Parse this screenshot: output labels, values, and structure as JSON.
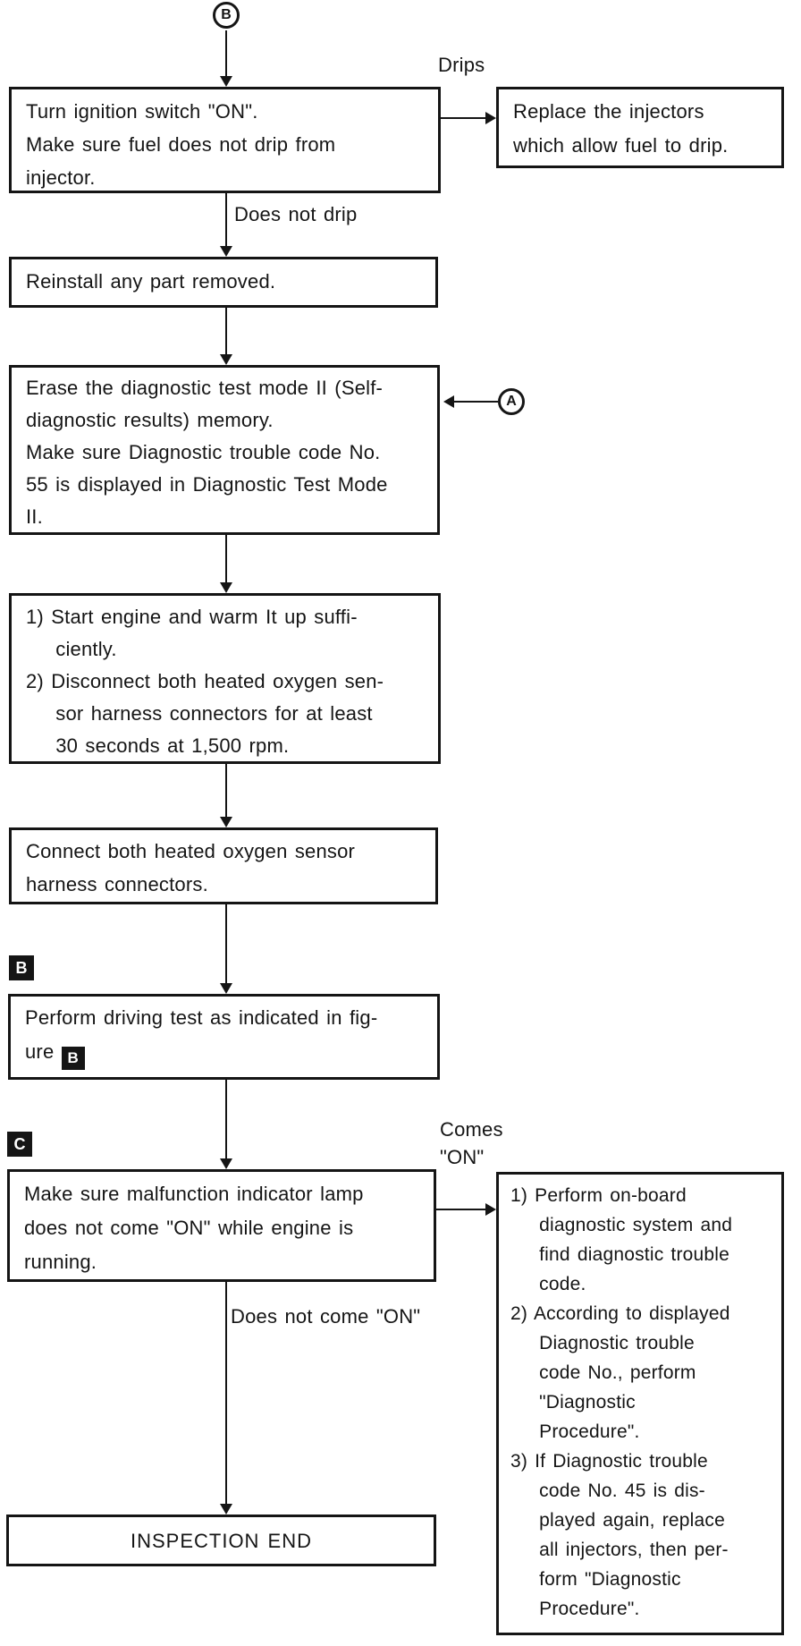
{
  "palette": {
    "ink": "#151515",
    "paper": "#ffffff"
  },
  "connectors": {
    "top_circle": "B",
    "side_circle": "A"
  },
  "badges": {
    "b": "B",
    "c": "C"
  },
  "labels": {
    "drips": "Drips",
    "does_not_drip": "Does not drip",
    "comes_on": "Comes\n\"ON\"",
    "does_not_come_on": "Does not come \"ON\""
  },
  "boxes": {
    "turn_ignition": {
      "lines": [
        "Turn ignition switch \"ON\".",
        "Make sure fuel does not drip from",
        "injector."
      ]
    },
    "replace_injectors": {
      "lines": [
        "Replace the injectors",
        "which allow fuel to drip."
      ]
    },
    "reinstall": {
      "lines": [
        "Reinstall any part removed."
      ]
    },
    "erase_memory": {
      "lines": [
        "Erase the diagnostic test mode II (Self-",
        "diagnostic results) memory.",
        "Make sure Diagnostic trouble code No.",
        "55 is displayed in Diagnostic Test Mode",
        "II."
      ]
    },
    "start_engine": {
      "lines": [
        "1) Start engine and warm It up suffi-",
        "    ciently.",
        "2) Disconnect both heated oxygen sen-",
        "    sor harness connectors for at least",
        "    30 seconds at 1,500 rpm."
      ]
    },
    "connect_sensors": {
      "lines": [
        "Connect both heated oxygen sensor",
        "harness connectors."
      ]
    },
    "driving_test": {
      "line1": "Perform driving test as indicated in fig-",
      "line2_prefix": "ure ",
      "badge": "B"
    },
    "mil_check": {
      "lines": [
        "Make sure malfunction indicator lamp",
        "does not come \"ON\" while engine is",
        "running."
      ]
    },
    "onboard_diag": {
      "lines": [
        "1) Perform on-board",
        "    diagnostic system and",
        "    find diagnostic trouble",
        "    code.",
        "2) According to displayed",
        "    Diagnostic trouble",
        "    code No., perform",
        "    \"Diagnostic",
        "    Procedure\".",
        "3) If Diagnostic trouble",
        "    code No. 45 is dis-",
        "    played again, replace",
        "    all injectors, then per-",
        "    form \"Diagnostic",
        "    Procedure\"."
      ]
    },
    "inspection_end": {
      "text": "INSPECTION END"
    }
  }
}
